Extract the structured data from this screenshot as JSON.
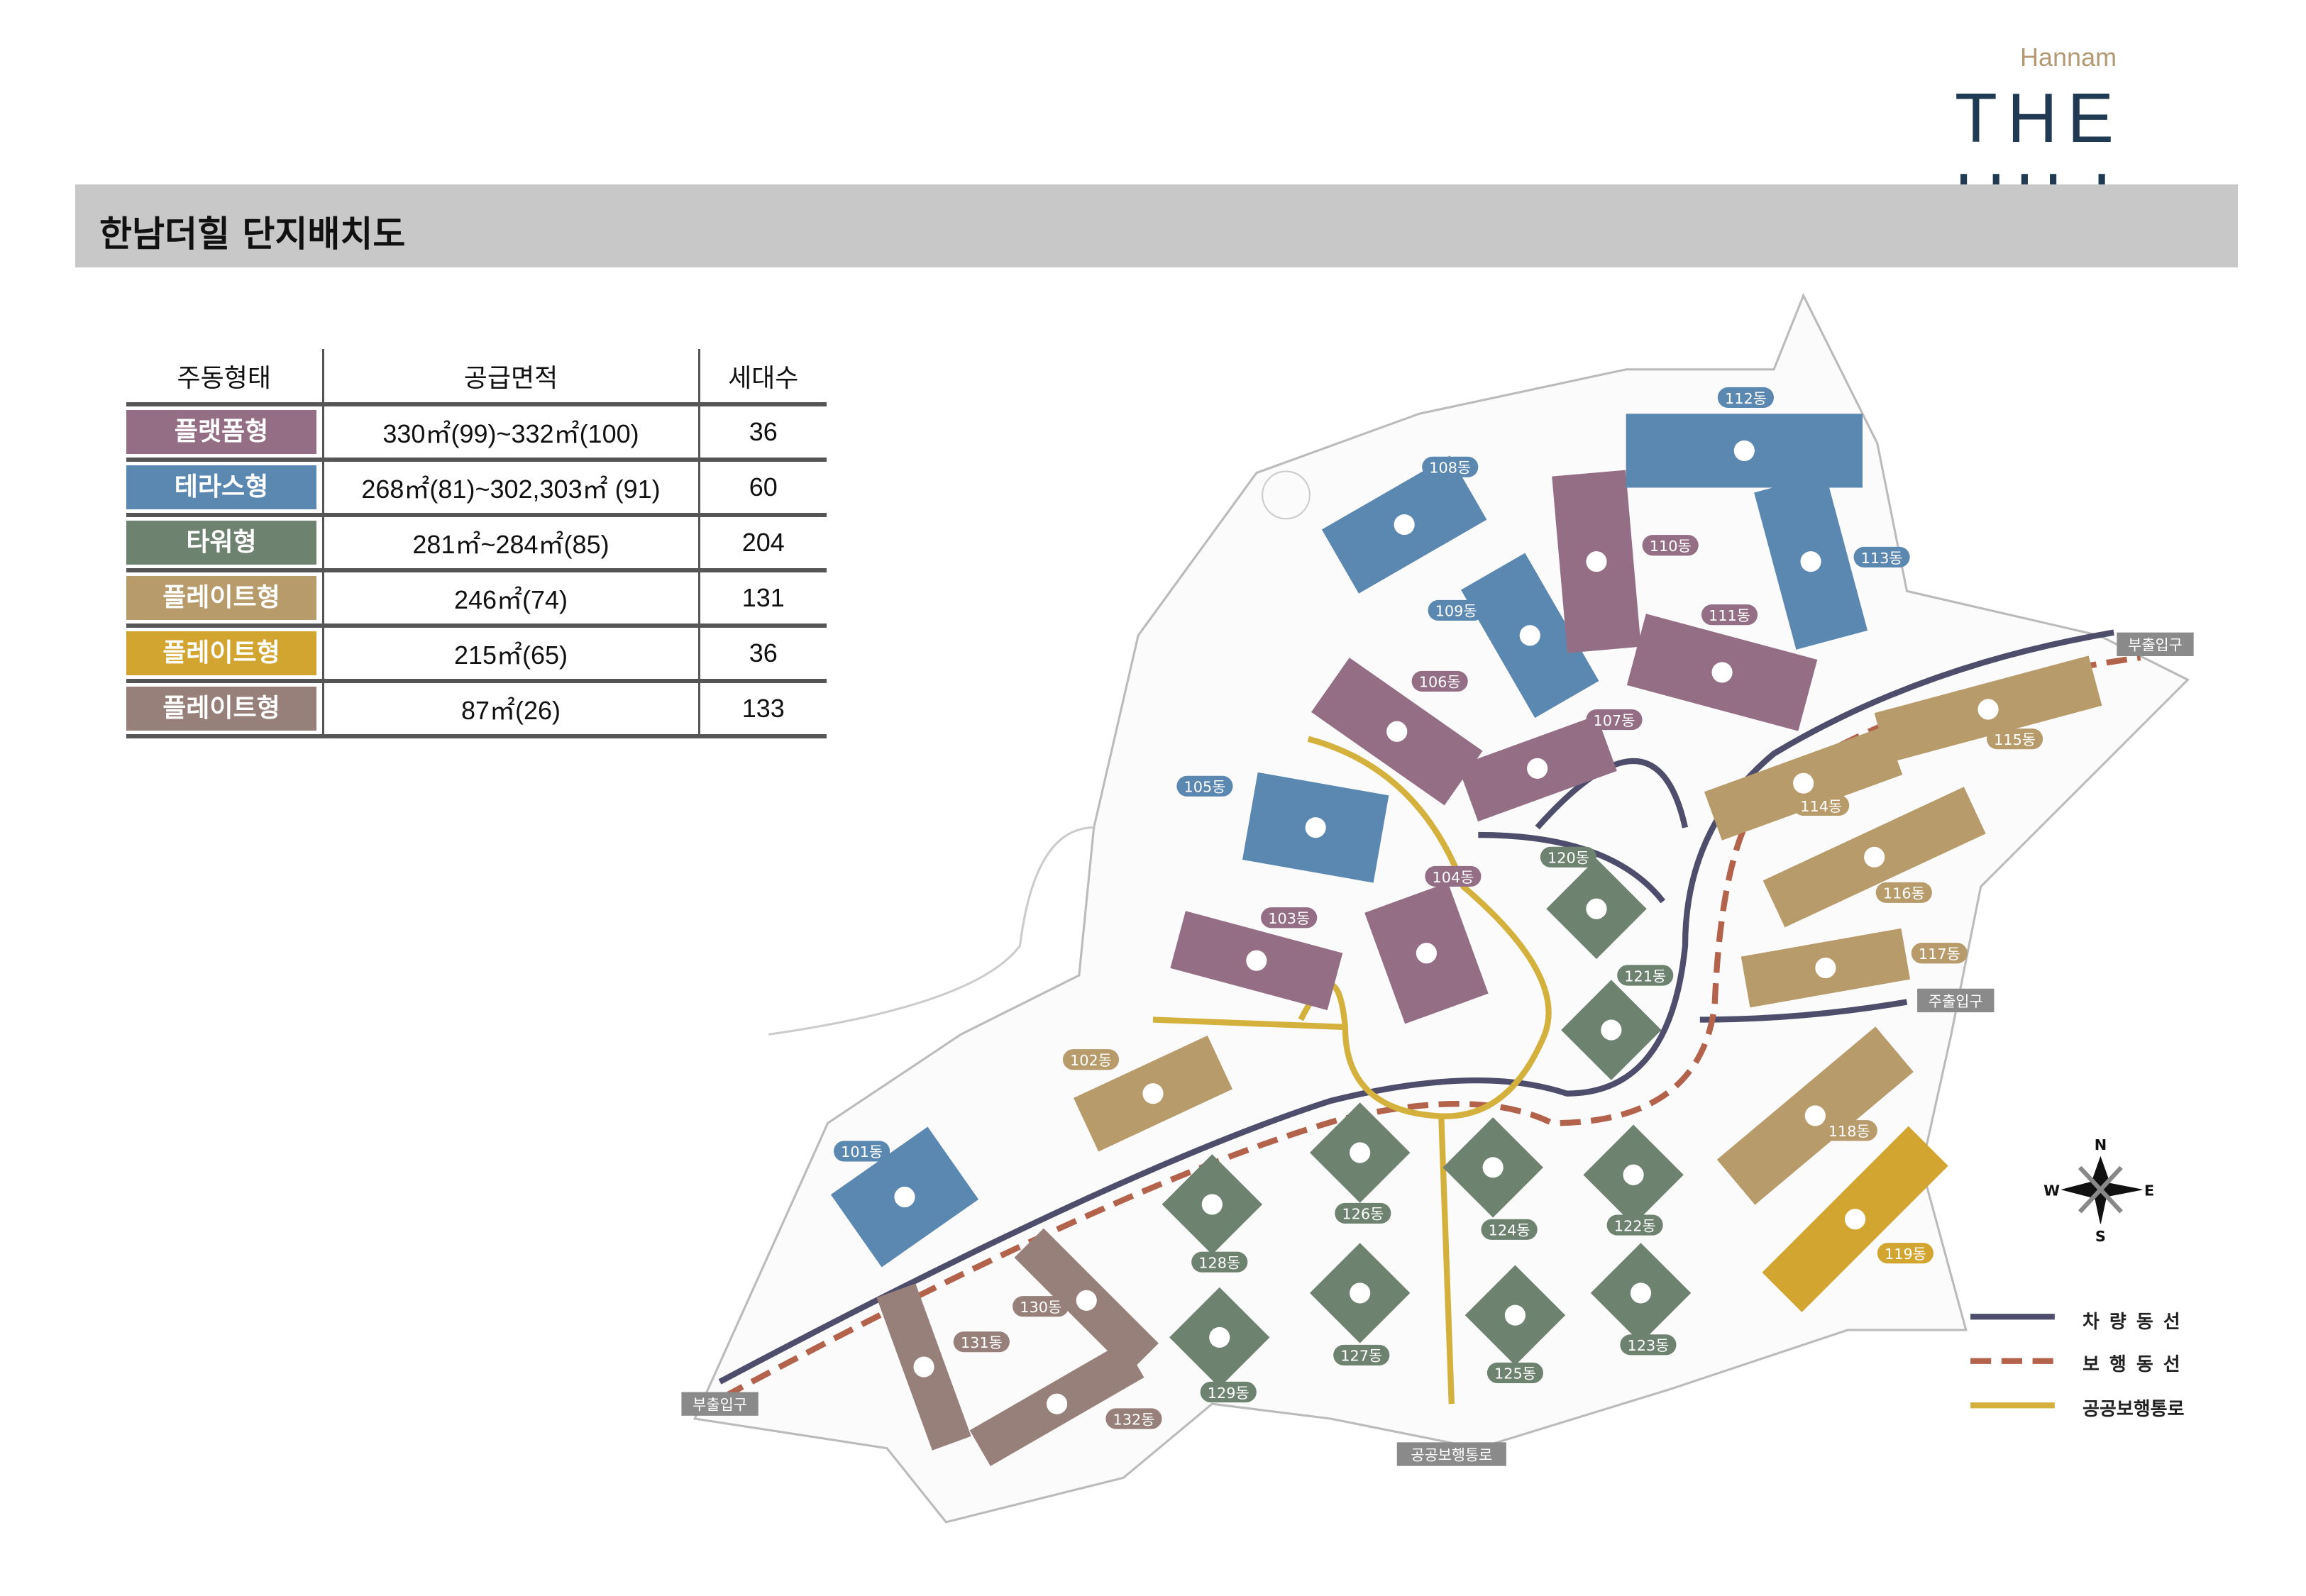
{
  "logo": {
    "sub": "Hannam",
    "main": "THE HILL"
  },
  "title": "한남더힐 단지배치도",
  "table": {
    "headers": [
      "주동형태",
      "공급면적",
      "세대수"
    ],
    "rows": [
      {
        "type": "플랫폼형",
        "area": "330㎡(99)~332㎡(100)",
        "units": "36",
        "color": "#946e84"
      },
      {
        "type": "테라스형",
        "area": "268㎡(81)~302,303㎡ (91)",
        "units": "60",
        "color": "#5b88b0"
      },
      {
        "type": "타워형",
        "area": "281㎡~284㎡(85)",
        "units": "204",
        "color": "#6e8270"
      },
      {
        "type": "플레이트형",
        "area": "246㎡(74)",
        "units": "131",
        "color": "#b89b6a"
      },
      {
        "type": "플레이트형",
        "area": "215㎡(65)",
        "units": "36",
        "color": "#d2a531"
      },
      {
        "type": "플레이트형",
        "area": "87㎡(26)",
        "units": "133",
        "color": "#978079"
      }
    ]
  },
  "buildings": [
    "101동",
    "102동",
    "103동",
    "104동",
    "105동",
    "106동",
    "107동",
    "108동",
    "109동",
    "110동",
    "111동",
    "112동",
    "113동",
    "114동",
    "115동",
    "116동",
    "117동",
    "118동",
    "119동",
    "120동",
    "121동",
    "122동",
    "123동",
    "124동",
    "125동",
    "126동",
    "127동",
    "128동",
    "129동",
    "130동",
    "131동",
    "132동"
  ],
  "entrances": {
    "east_sub": "부출입구",
    "main": "주출입구",
    "west_sub": "부출입구",
    "public_path": "공공보행통로"
  },
  "compass": {
    "n": "N",
    "s": "S",
    "e": "E",
    "w": "W"
  },
  "legend": [
    {
      "label": "차량동선",
      "color": "#4e4d6b"
    },
    {
      "label": "보행동선",
      "color": "#b3634b"
    },
    {
      "label": "공공보행통로",
      "color": "#d4b13c"
    }
  ]
}
